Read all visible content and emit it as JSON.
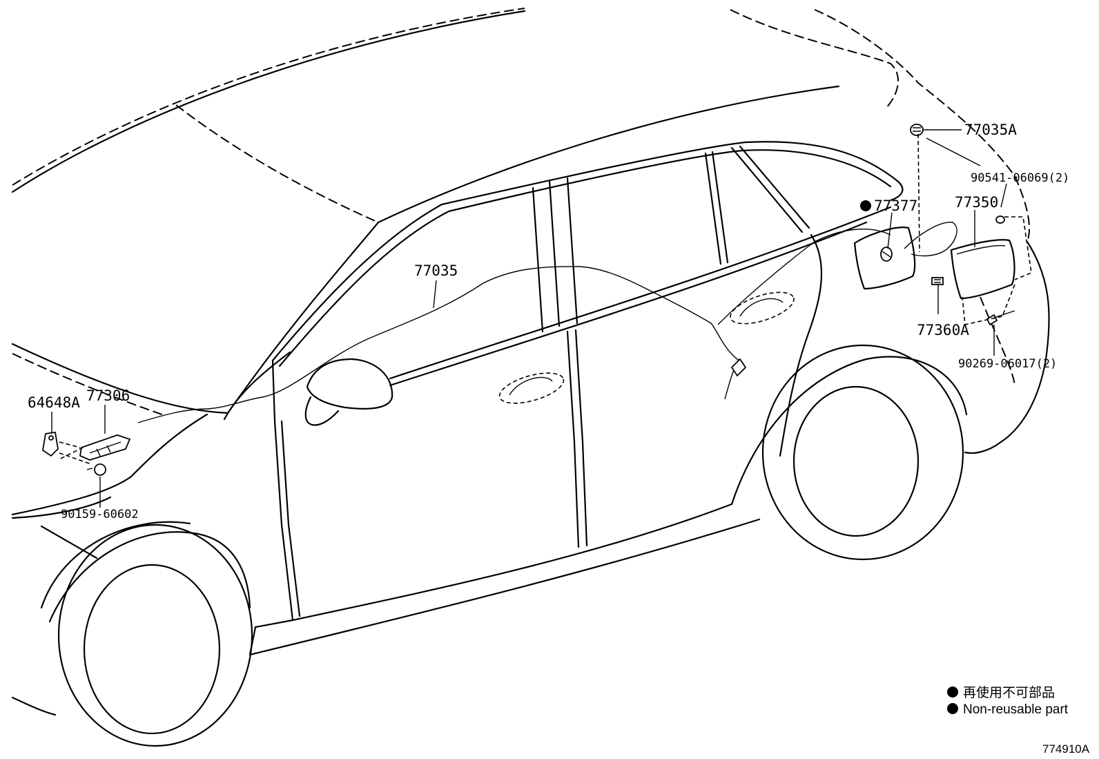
{
  "callouts": {
    "c_77035A": "77035A",
    "c_90541": "90541-06069(2)",
    "c_77377": "77377",
    "c_77350": "77350",
    "c_77035": "77035",
    "c_77360A": "77360A",
    "c_90269": "90269-06017(2)",
    "c_64648A": "64648A",
    "c_77306": "77306",
    "c_90159": "90159-60602"
  },
  "legend": {
    "jp": "再使用不可部品",
    "en": "Non-reusable part"
  },
  "figure_number": "774910A",
  "colors": {
    "ink": "#000000",
    "paper": "#ffffff"
  }
}
